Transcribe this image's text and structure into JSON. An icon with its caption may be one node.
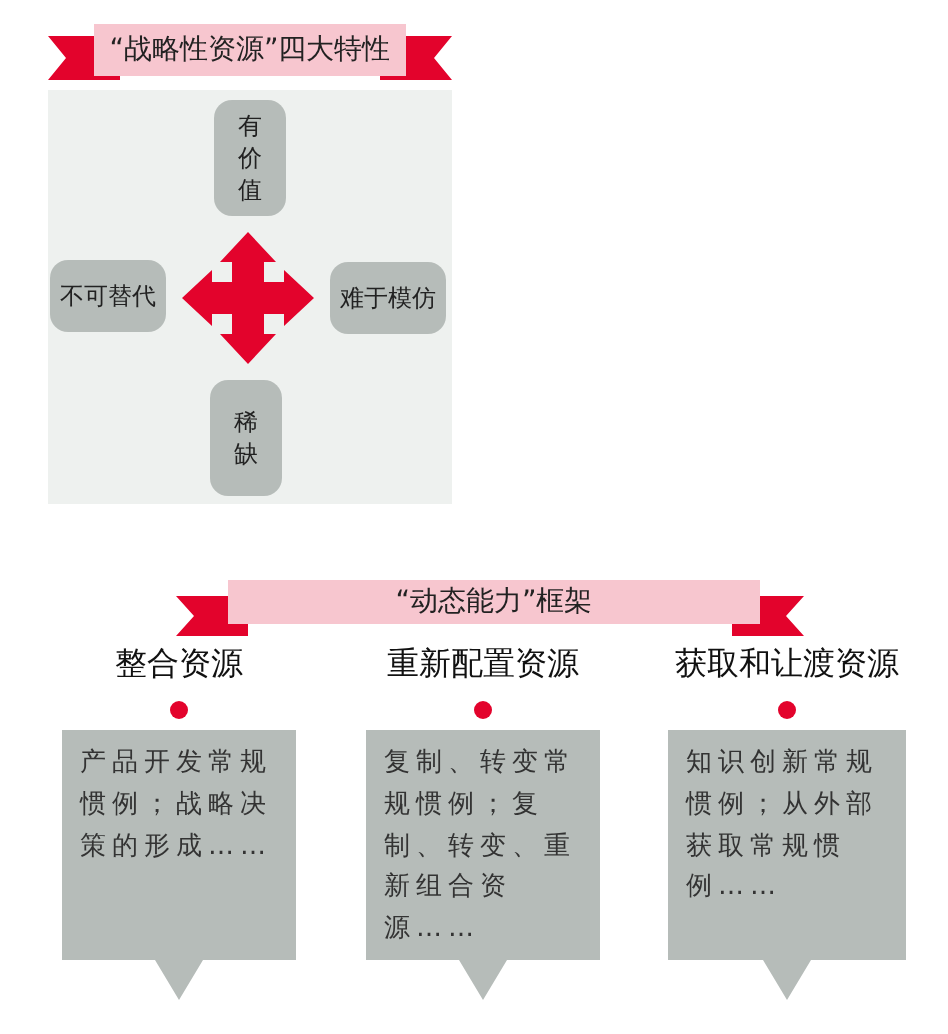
{
  "diagram": {
    "nodes": [
      {
        "text": [
          "“战略性资源”四大特性"
        ]
      },
      {
        "text": [
          "有价值"
        ]
      },
      {
        "text": [
          "不可替代"
        ]
      },
      {
        "text": [
          "难于模仿"
        ]
      },
      {
        "text": [
          "稀缺"
        ]
      },
      {
        "text": [
          "“动态能力”框架"
        ]
      },
      {
        "text": [
          "整合资源",
          "产品开发常规惯例；战略决策的形成……"
        ]
      },
      {
        "text": [
          "重新配置资源",
          "复制、转变常规惯例；复制、转变、重新组合资源……"
        ]
      },
      {
        "text": [
          "获取和让渡资源",
          "知识创新常规惯例；从外部获取常规惯例……"
        ]
      }
    ]
  }
}
